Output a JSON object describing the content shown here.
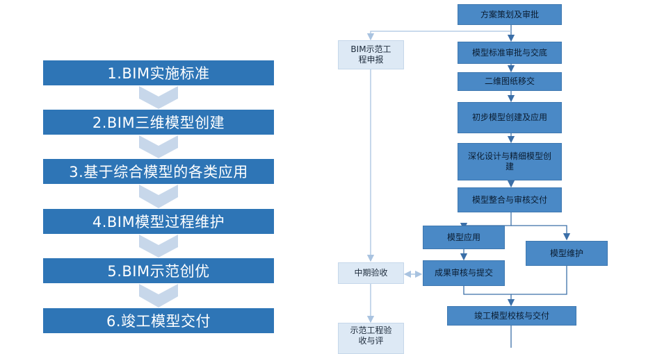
{
  "steps": [
    "1.BIM实施标准",
    "2.BIM三维模型创建",
    "3.基于综合模型的各类应用",
    "4.BIM模型过程维护",
    "5.BIM示范创优",
    "6.竣工模型交付"
  ],
  "flow": {
    "plan": "方案策划及审批",
    "standard": "模型标准审批与交底",
    "drawings": "二维图纸移交",
    "initial": "初步模型创建及应用",
    "deepen": "深化设计与精细模型创建",
    "integrate": "模型整合与审核交付",
    "apply": "模型应用",
    "maintain": "模型维护",
    "review": "成果审核与提交",
    "final": "竣工模型校核与交付",
    "demo_report": "BIM示范工程申报",
    "midterm": "中期验收",
    "demo_accept": "示范工程验收与评"
  },
  "colors": {
    "step": "#2e75b6",
    "box": "#4a89c6",
    "light": "#dde9f5"
  }
}
